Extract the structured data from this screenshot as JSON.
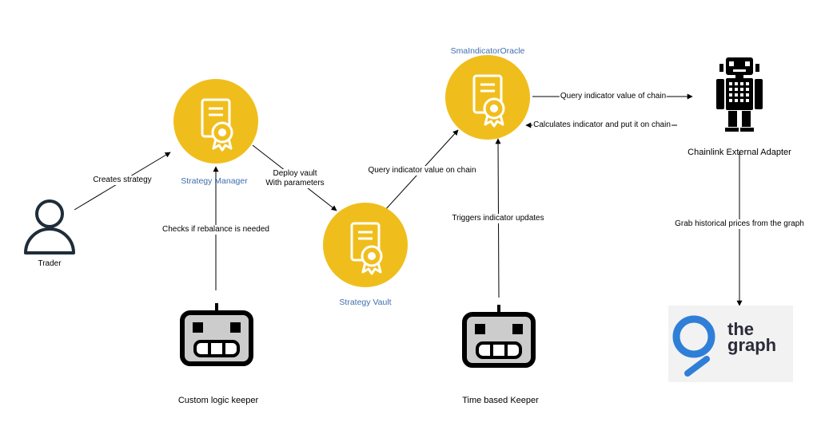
{
  "nodes": {
    "trader": {
      "label": "Trader"
    },
    "strategy_manager": {
      "label": "Strategy Manager"
    },
    "strategy_vault": {
      "label": "Strategy Vault"
    },
    "sma_oracle": {
      "label": "SmaIndicatorOracle"
    },
    "chainlink_adapter": {
      "label": "Chainlink External Adapter"
    },
    "custom_keeper": {
      "label": "Custom logic keeper"
    },
    "time_keeper": {
      "label": "Time based Keeper"
    },
    "the_graph": {
      "logo_text_line1": "the",
      "logo_text_line2": "graph"
    }
  },
  "edges": {
    "creates_strategy": "Creates strategy",
    "deploy_vault_line1": "Deploy vault",
    "deploy_vault_line2": "With parameters",
    "checks_rebalance": "Checks if rebalance is needed",
    "query_value_on_chain": "Query indicator value on chain",
    "triggers_updates": "Triggers indicator updates",
    "query_value_of_chain": "Query indicator value of chain",
    "calculates_indicator": "Calculates indicator and put it on chain",
    "grab_prices": "Grab historical prices from the graph"
  },
  "colors": {
    "contract_yellow": "#f0be1c",
    "contract_label_blue": "#3f6fae",
    "keeper_gray": "#cccccc",
    "graph_blue": "#2f7fd8",
    "graph_bg": "#f2f2f2",
    "graph_text": "#2b2b3a"
  },
  "icons": {
    "contract": "certificate-document-icon",
    "keeper": "robot-head-icon",
    "user": "person-icon",
    "adapter": "robot-icon",
    "graph": "the-graph-logo"
  }
}
